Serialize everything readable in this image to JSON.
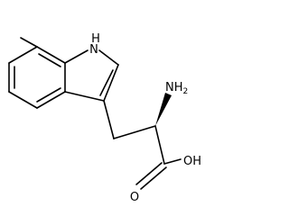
{
  "molecule": {
    "labels": {
      "nh_indole": "H",
      "nh_indole_n": "N",
      "amine_n": "NH",
      "amine_sub": "2",
      "hydroxyl": "OH",
      "carbonyl_o": "O"
    }
  }
}
